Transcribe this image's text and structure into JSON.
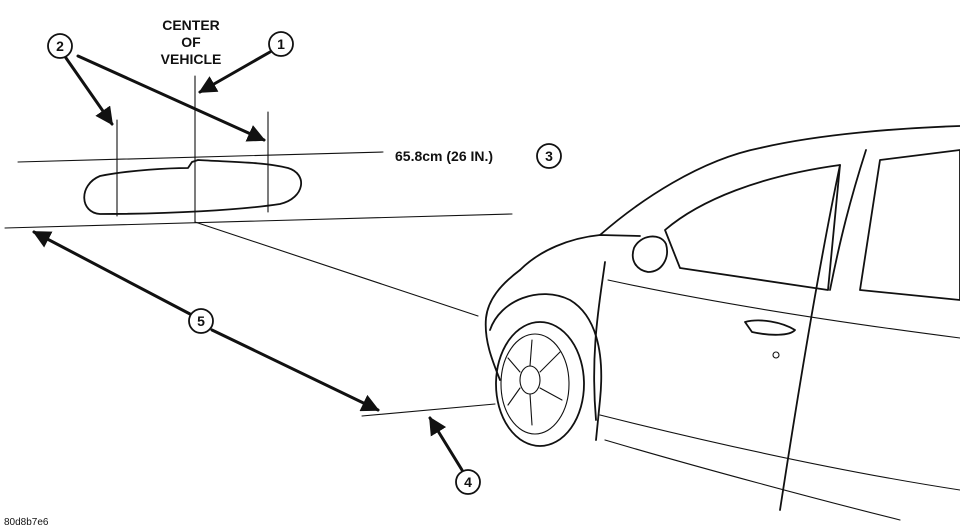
{
  "labels": {
    "center_line1": "CENTER",
    "center_line2": "OF",
    "center_line3": "VEHICLE",
    "measurement": "65.8cm (26 IN.)",
    "figure_id": "80d8b7e6"
  },
  "callouts": [
    "1",
    "2",
    "3",
    "4",
    "5"
  ],
  "colors": {
    "ink": "#111111",
    "background": "#ffffff"
  }
}
